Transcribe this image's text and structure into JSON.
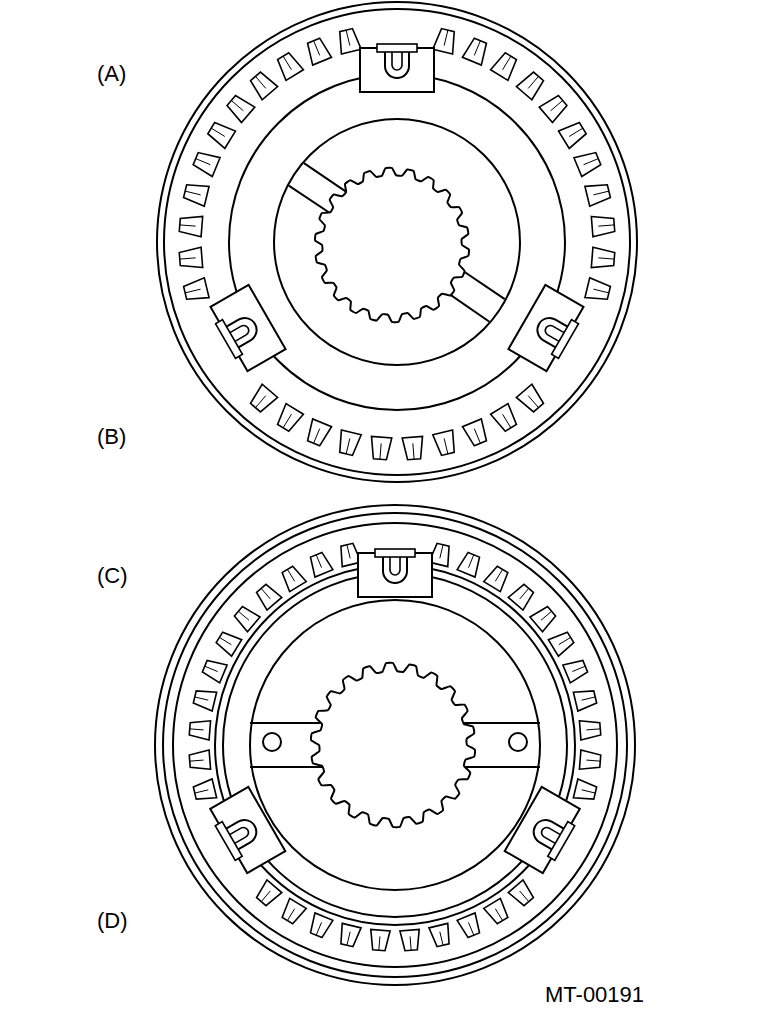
{
  "diagram": {
    "labels": [
      "(A)",
      "(B)",
      "(C)",
      "(D)",
      "MT-00191"
    ]
  }
}
